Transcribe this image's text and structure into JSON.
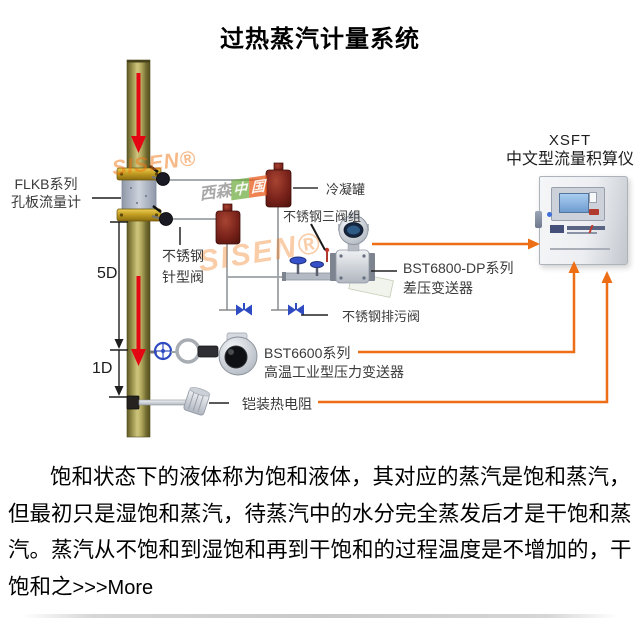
{
  "title": "过热蒸汽计量系统",
  "diagram": {
    "labels": {
      "flowmeter_line1": "FLKB系列",
      "flowmeter_line2": "孔板流量计",
      "needle_valve_line1": "不锈钢",
      "needle_valve_line2": "针型阀",
      "dim_5d": "5D",
      "dim_1d": "1D",
      "condensate_pot": "冷凝罐",
      "three_valve_manifold": "不锈钢三阀组",
      "dp_transmitter_line1": "BST6800-DP系列",
      "dp_transmitter_line2": "差压变送器",
      "drain_valve": "不锈钢排污阀",
      "pressure_transmitter_line1": "BST6600系列",
      "pressure_transmitter_line2": "高温工业型压力变送器",
      "rtd": "铠装热电阻",
      "totalizer_line1": "XSFT",
      "totalizer_line2": "中文型流量积算仪"
    },
    "watermarks": {
      "sisen_small": "SISEN®",
      "sisen_large": "SISEN®",
      "cn_left": "西森",
      "cn_block1": "中",
      "cn_block2": "国"
    },
    "colors": {
      "accent_orange": "#ed6e14",
      "flow_arrow_red": "#e30613",
      "pipe_olive": "#8d8742",
      "pot_maroon": "#7a2420",
      "valve_blue": "#2f4bc1",
      "impulse_line_gray": "#9aa0a4",
      "lcd_blue": "#7fa9d8"
    }
  },
  "paragraph": {
    "lines": [
      "饱和状态下的液体称为饱和液体，其对应的蒸汽是饱和蒸汽，",
      "但最初只是湿饱和蒸汽，待蒸汽中的水分完全蒸发后才是干饱和蒸",
      "汽。蒸汽从不饱和到湿饱和再到干饱和的过程温度是不增加的，干",
      "饱和之"
    ],
    "more_link": ">>>More"
  }
}
